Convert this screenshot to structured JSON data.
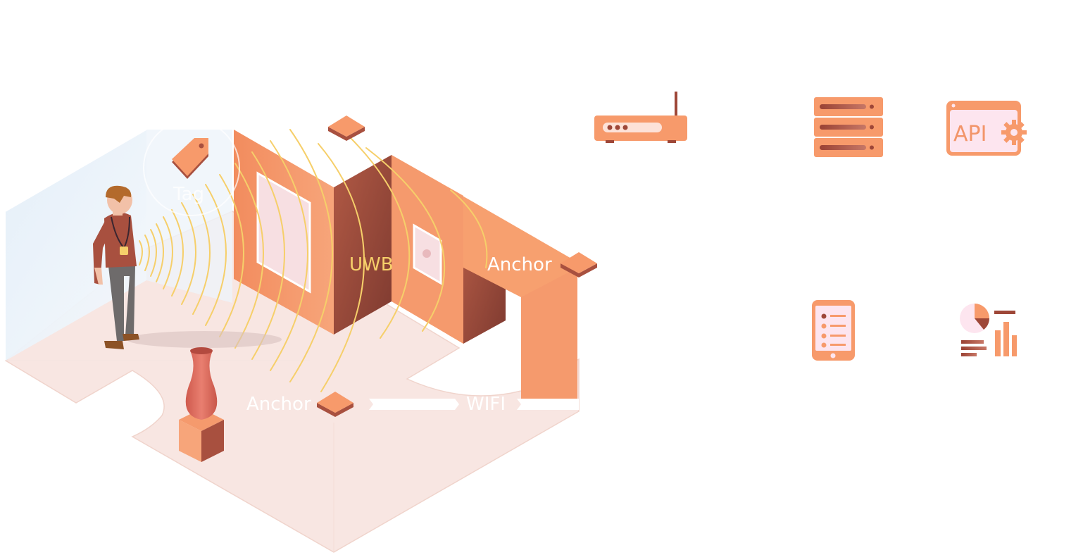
{
  "labels": {
    "tag": "Tag",
    "uwb": "UWB",
    "anchor_right": "Anchor",
    "anchor_bottom": "Anchor",
    "wifi": "WIFI"
  },
  "icons": {
    "router": "router-icon",
    "server": "server-rack-icon",
    "api": "api-settings-icon",
    "api_text": "API",
    "tablet": "tablet-checklist-icon",
    "analytics": "analytics-charts-icon"
  },
  "colors": {
    "floor": "#f8e6e2",
    "wall_orange": "#f59a6d",
    "wall_dark": "#a8503f",
    "signal": "#f6cf6a",
    "icon_orange": "#f79a6b",
    "icon_dark": "#9e4738",
    "icon_pink": "#fde5ef"
  }
}
